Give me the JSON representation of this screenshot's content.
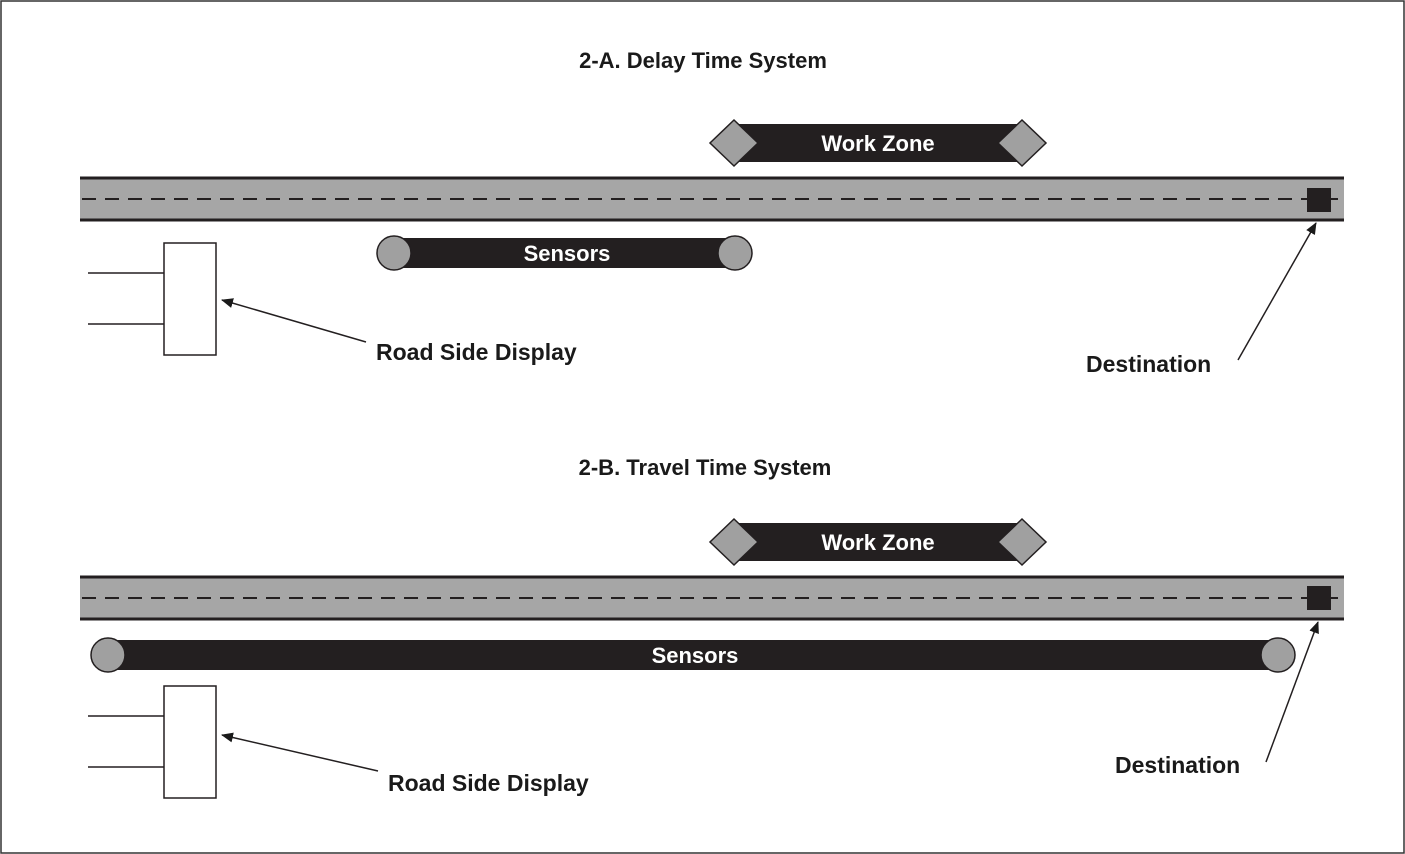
{
  "panel_a": {
    "title": "2-A. Delay Time System",
    "work_zone_label": "Work Zone",
    "sensors_label": "Sensors",
    "display_label": "Road Side Display",
    "destination_label": "Destination"
  },
  "panel_b": {
    "title": "2-B. Travel Time System",
    "work_zone_label": "Work Zone",
    "sensors_label": "Sensors",
    "display_label": "Road Side Display",
    "destination_label": "Destination"
  },
  "colors": {
    "road": "#a6a6a6",
    "bar": "#231f20",
    "marker": "#a0a0a0",
    "text": "#1a1a1a"
  }
}
